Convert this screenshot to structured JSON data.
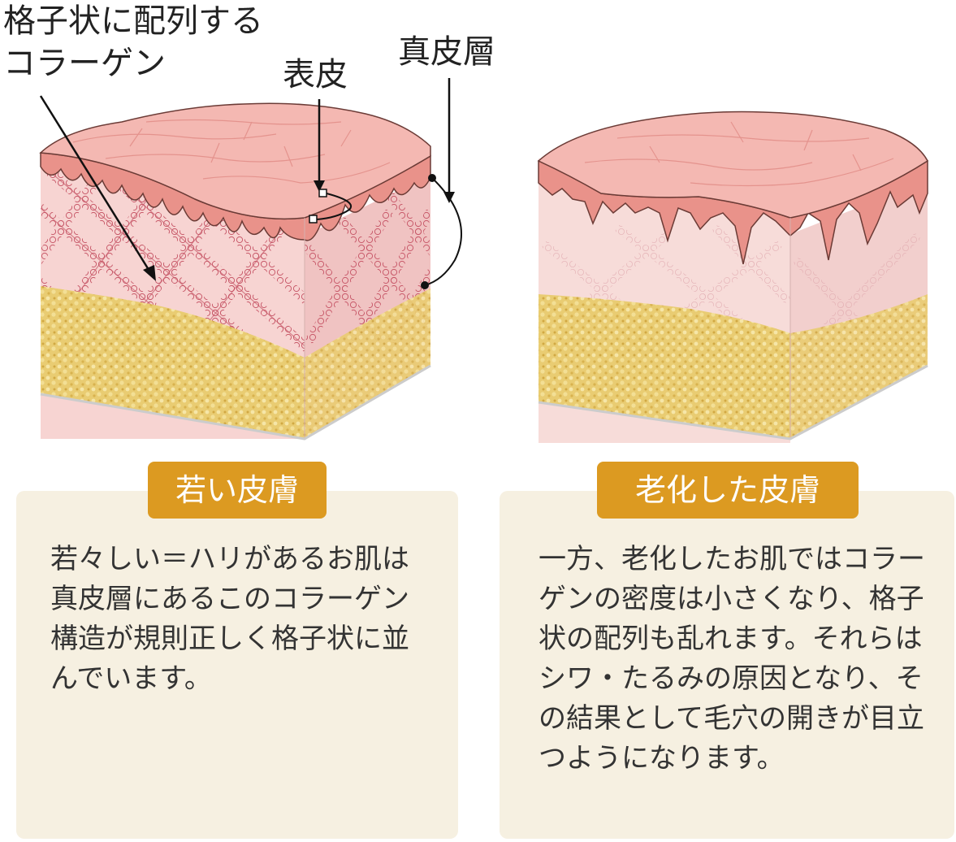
{
  "labels": {
    "collagen": "格子状に配列する\nコラーゲン",
    "epidermis": "表皮",
    "dermis": "真皮層"
  },
  "young": {
    "title": "若い皮膚",
    "description": "若々しい＝ハリがあるお肌は真皮層にあるこのコラーゲン構造が規則正しく格子状に並んでいます。"
  },
  "aged": {
    "title": "老化した皮膚",
    "description": "一方、老化したお肌ではコラーゲンの密度は小さくなり、格子状の配列も乱れます。それらはシワ・たるみの原因となり、その結果として毛穴の開きが目立つようになります。"
  },
  "colors": {
    "surface": "#f4b8b2",
    "epidermis": "#e9928a",
    "dermis": "#f7d4d2",
    "collagen": "#c85a6a",
    "fat": "#e9cc72",
    "badge": "#dc9a21",
    "panel": "#f6f0e1"
  }
}
